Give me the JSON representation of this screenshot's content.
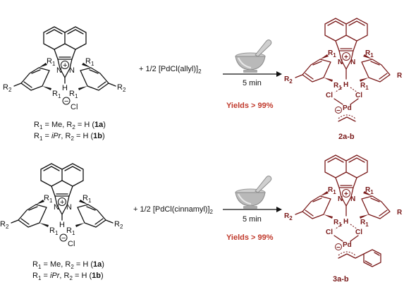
{
  "reactions": [
    {
      "reagent_prefix": "+ 1/2 [PdCl(",
      "reagent_ligand": "allyl",
      "reagent_suffix": ")]",
      "reagent_sub": "2",
      "time": "5 min",
      "yield": "Yields > 99%",
      "product_label": "2a-b",
      "ligand_legend": [
        {
          "r1": "Me",
          "r2": "H",
          "code": "1a"
        },
        {
          "r1": "iPr",
          "r2": "H",
          "code": "1b"
        }
      ]
    },
    {
      "reagent_prefix": "+ 1/2 [PdCl(",
      "reagent_ligand": "cinnamyl",
      "reagent_suffix": ")]",
      "reagent_sub": "2",
      "time": "5 min",
      "yield": "Yields > 99%",
      "product_label": "3a-b",
      "ligand_legend": [
        {
          "r1": "Me",
          "r2": "H",
          "code": "1a"
        },
        {
          "r1": "iPr",
          "r2": "H",
          "code": "1b"
        }
      ]
    }
  ],
  "atoms": {
    "n": "N",
    "h": "H",
    "cl": "Cl",
    "pd": "Pd",
    "r1": "R",
    "r2": "R",
    "r1_sub": "1",
    "r2_sub": "2",
    "plus": "+",
    "minus": "−"
  },
  "colors": {
    "reactant": "#111111",
    "product": "#7a1a1a",
    "yield": "#c0392b"
  }
}
